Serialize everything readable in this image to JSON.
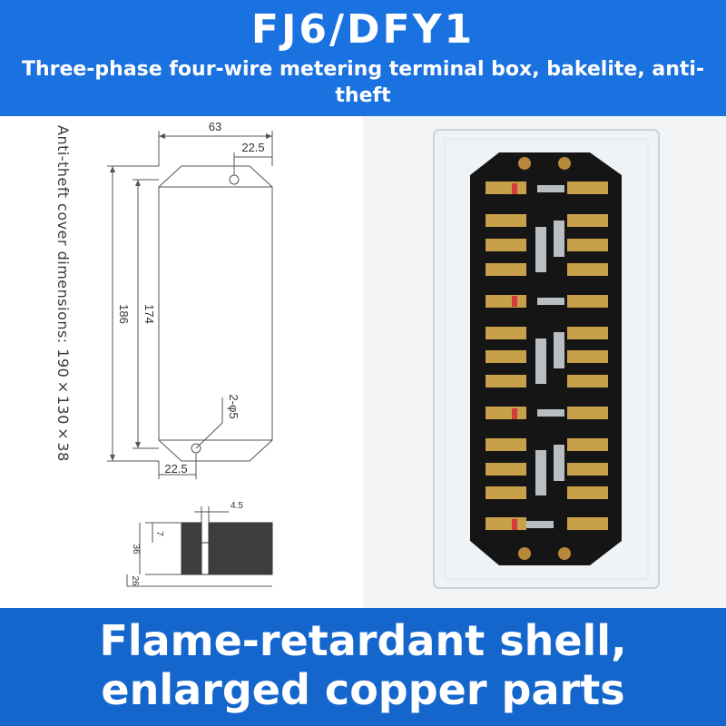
{
  "header": {
    "model": "FJ6/DFY1",
    "subtitle": "Three-phase four-wire metering terminal box, bakelite, anti-theft"
  },
  "drawing": {
    "side_note": "Anti-theft cover dimensions: 190×130×38",
    "dims": {
      "width": "63",
      "hole_offset_top": "22.5",
      "hole_offset_bottom": "22.5",
      "outer_height": "186",
      "inner_height": "174",
      "holes": "2-φ5",
      "section_slot": "4.5",
      "section_depth": "7",
      "section_height": "36",
      "section_base": "26"
    }
  },
  "photo": {
    "product": "terminal-box-photo"
  },
  "footer": {
    "line1": "Flame-retardant shell,",
    "line2": "enlarged copper parts"
  },
  "colors": {
    "banner_top": "#1a72e0",
    "banner_bottom": "#1466cc"
  }
}
